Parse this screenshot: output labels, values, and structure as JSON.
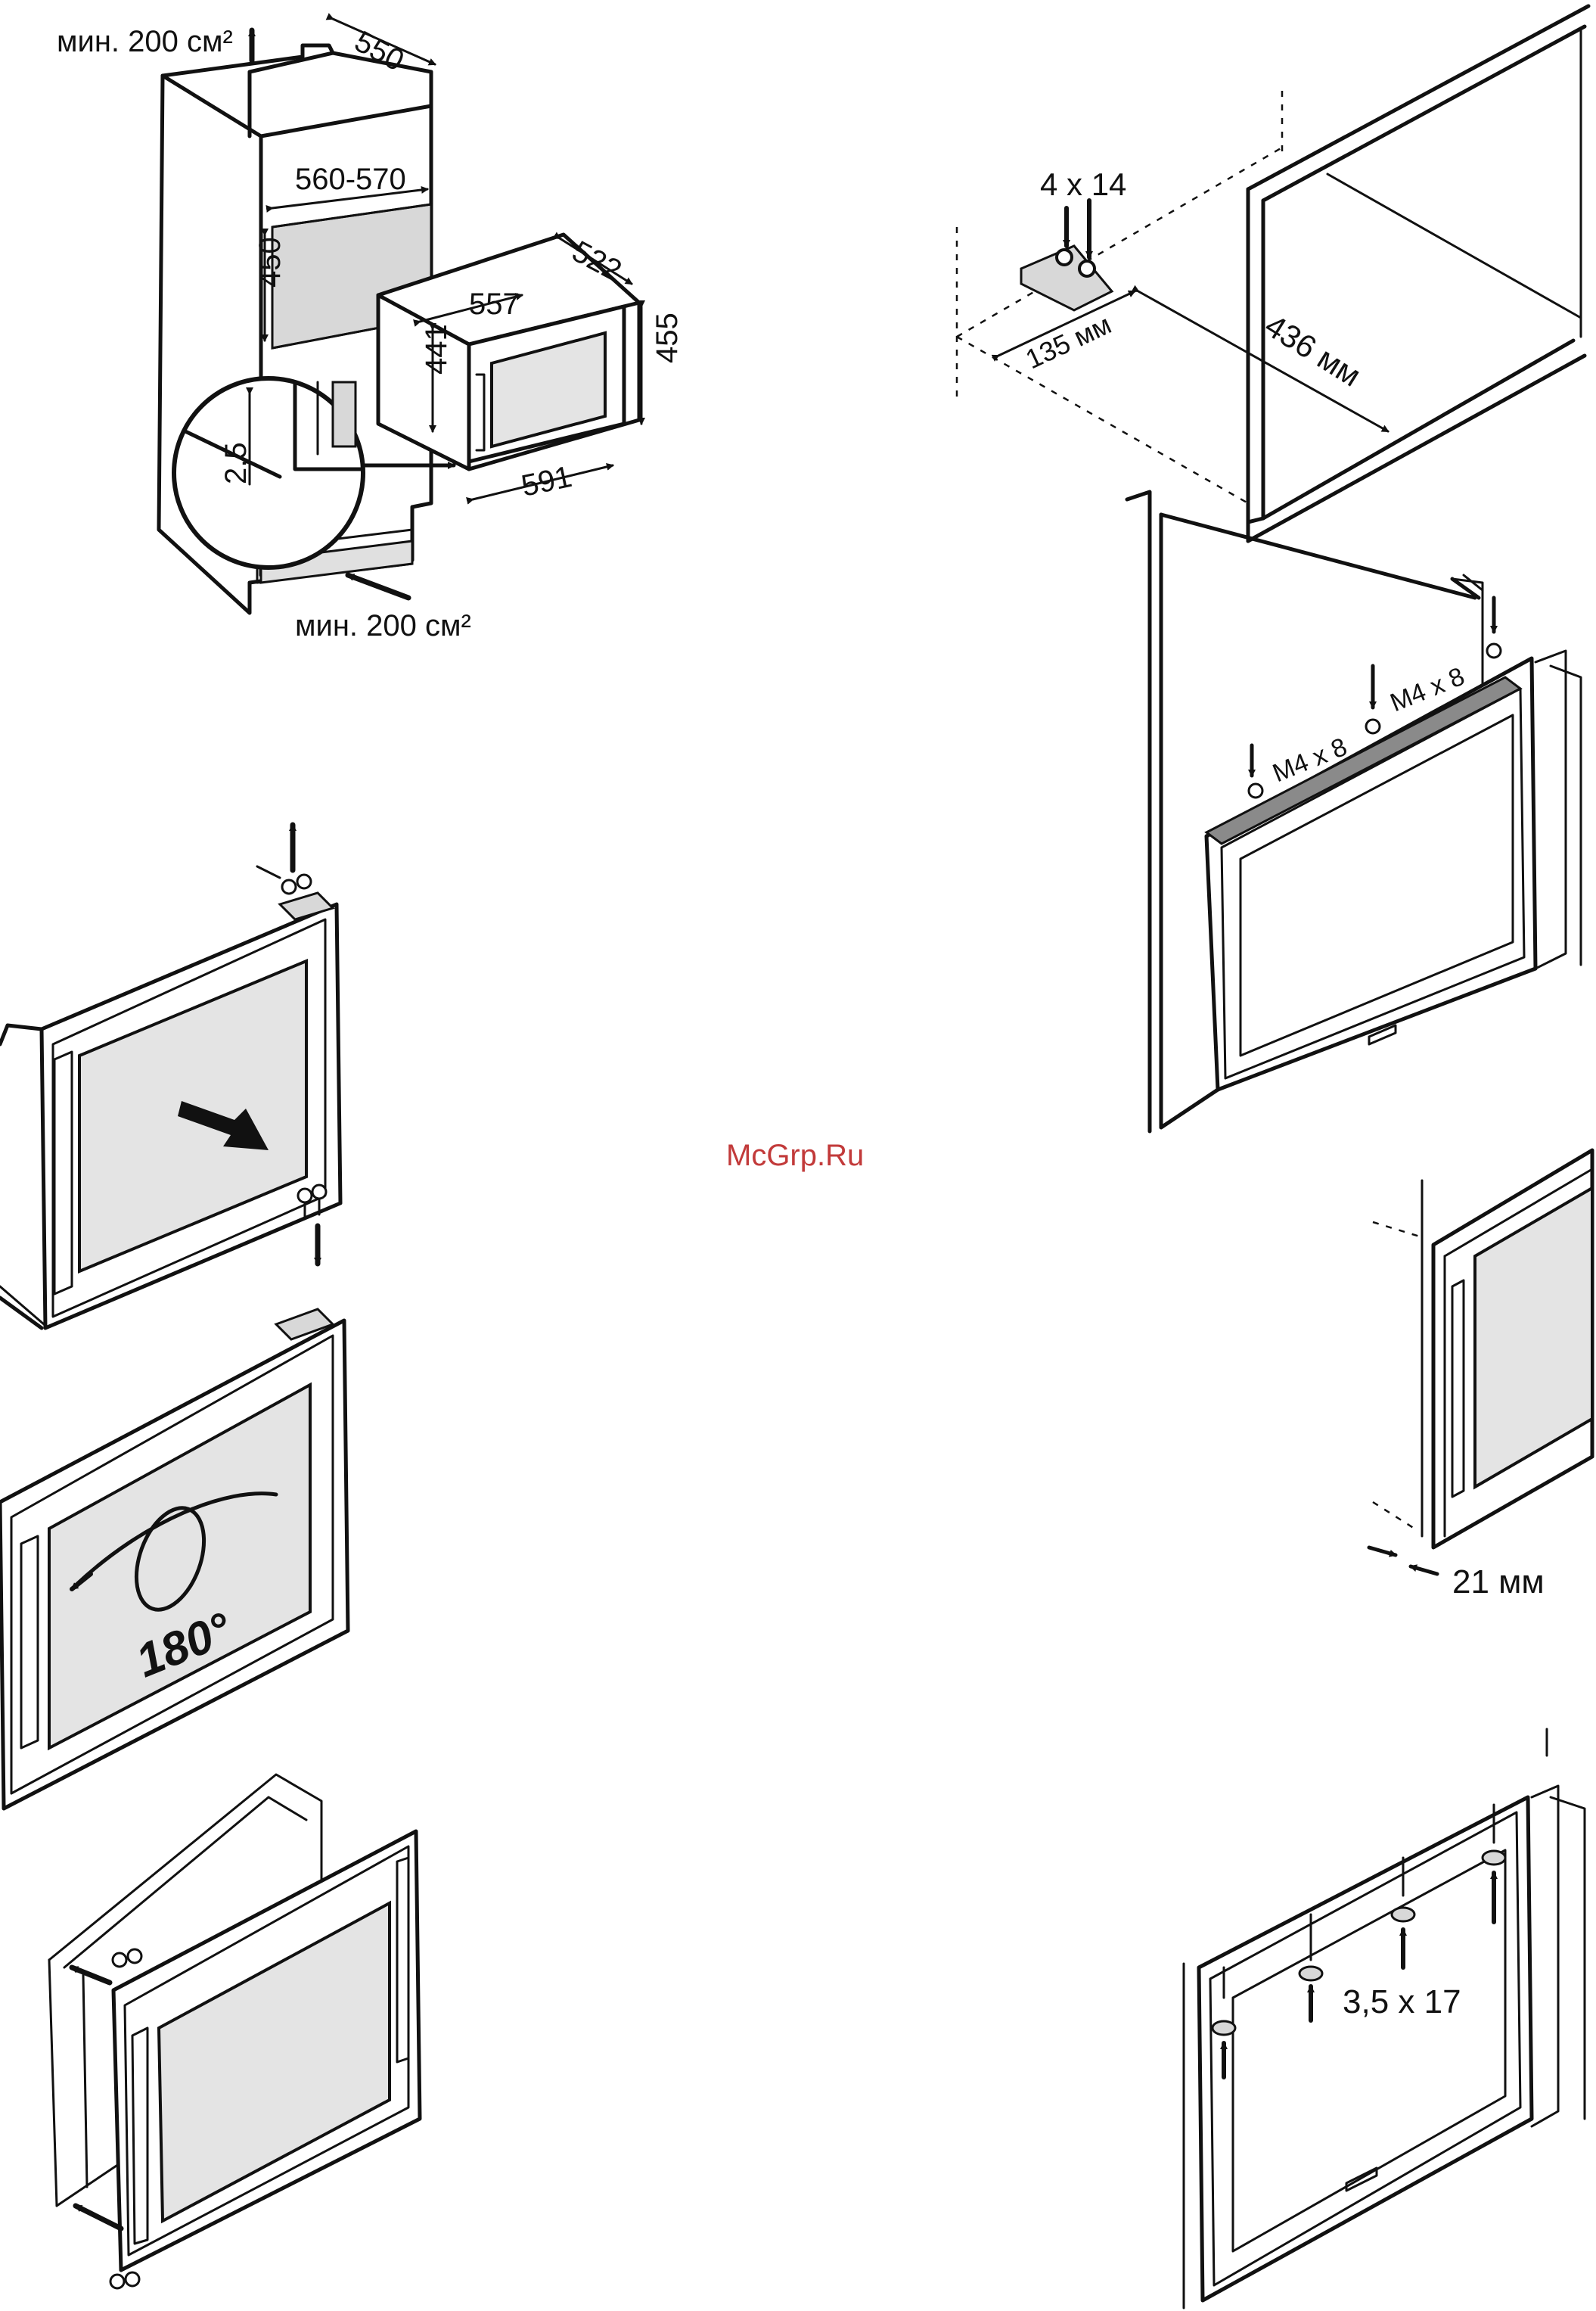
{
  "labels": {
    "vent_top": "мин. 200 см²",
    "vent_bottom": "мин. 200 см²",
    "niche_depth": "550",
    "niche_width": "560-570",
    "niche_height": "450",
    "device_width": "557",
    "device_depth": "522",
    "device_height_inner": "441",
    "device_height": "455",
    "device_front_width": "591",
    "gap": "2,5",
    "screw_top": "4 x 14",
    "bracket_offset": "135 мм",
    "niche_opening": "436 мм",
    "screw_m4_left": "M4 x 8",
    "screw_m4_right": "M4 x 8",
    "rotation": "180°",
    "door_offset": "21 мм",
    "screw_bottom": "3,5 x 17",
    "watermark": "McGrp.Ru"
  },
  "colors": {
    "line": "#111111",
    "glass": "#e4e4e4",
    "watermark": "#c23a3a"
  }
}
